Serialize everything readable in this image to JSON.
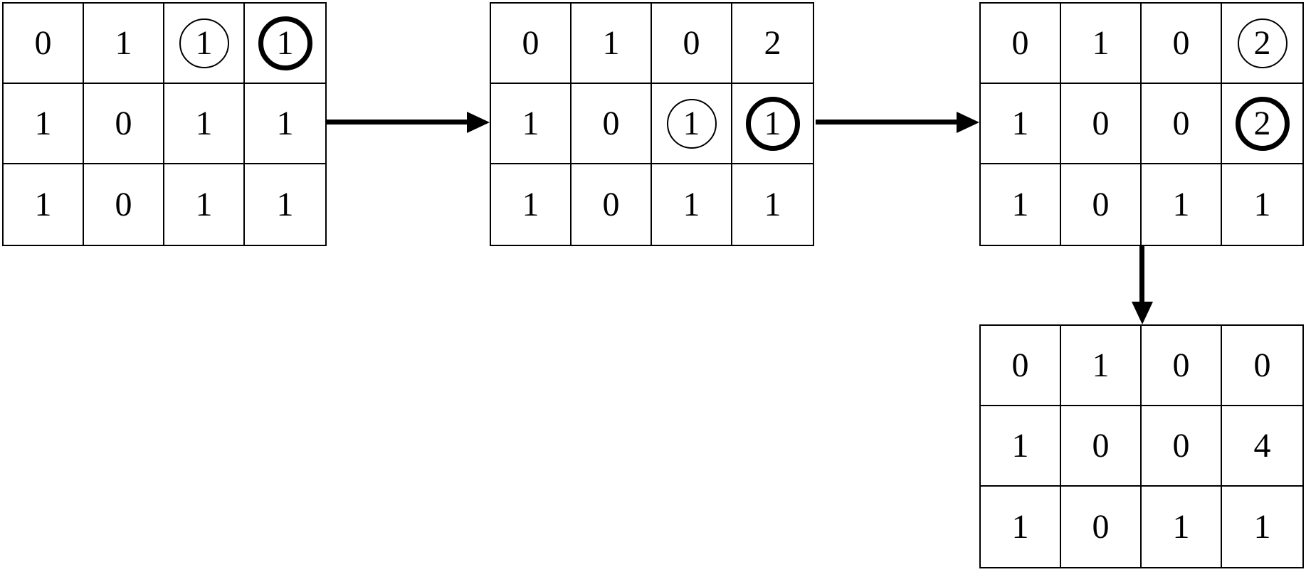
{
  "figure": {
    "background_color": "#ffffff",
    "line_color": "#000000",
    "grids": [
      {
        "name": "matrix-step-1",
        "values": [
          [
            "0",
            "1",
            "1",
            "1"
          ],
          [
            "1",
            "0",
            "1",
            "1"
          ],
          [
            "1",
            "0",
            "1",
            "1"
          ]
        ],
        "circles": [
          {
            "row": 0,
            "col": 2,
            "style": "thin"
          },
          {
            "row": 0,
            "col": 3,
            "style": "bold"
          }
        ]
      },
      {
        "name": "matrix-step-2",
        "values": [
          [
            "0",
            "1",
            "0",
            "2"
          ],
          [
            "1",
            "0",
            "1",
            "1"
          ],
          [
            "1",
            "0",
            "1",
            "1"
          ]
        ],
        "circles": [
          {
            "row": 1,
            "col": 2,
            "style": "thin"
          },
          {
            "row": 1,
            "col": 3,
            "style": "bold"
          }
        ]
      },
      {
        "name": "matrix-step-3",
        "values": [
          [
            "0",
            "1",
            "0",
            "2"
          ],
          [
            "1",
            "0",
            "0",
            "2"
          ],
          [
            "1",
            "0",
            "1",
            "1"
          ]
        ],
        "circles": [
          {
            "row": 0,
            "col": 3,
            "style": "thin"
          },
          {
            "row": 1,
            "col": 3,
            "style": "bold"
          }
        ]
      },
      {
        "name": "matrix-step-4",
        "values": [
          [
            "0",
            "1",
            "0",
            "0"
          ],
          [
            "1",
            "0",
            "0",
            "4"
          ],
          [
            "1",
            "0",
            "1",
            "1"
          ]
        ],
        "circles": []
      }
    ],
    "arrows": [
      {
        "name": "arrow-step1-to-step2",
        "direction": "right"
      },
      {
        "name": "arrow-step2-to-step3",
        "direction": "right"
      },
      {
        "name": "arrow-step3-to-step4",
        "direction": "down"
      }
    ]
  }
}
